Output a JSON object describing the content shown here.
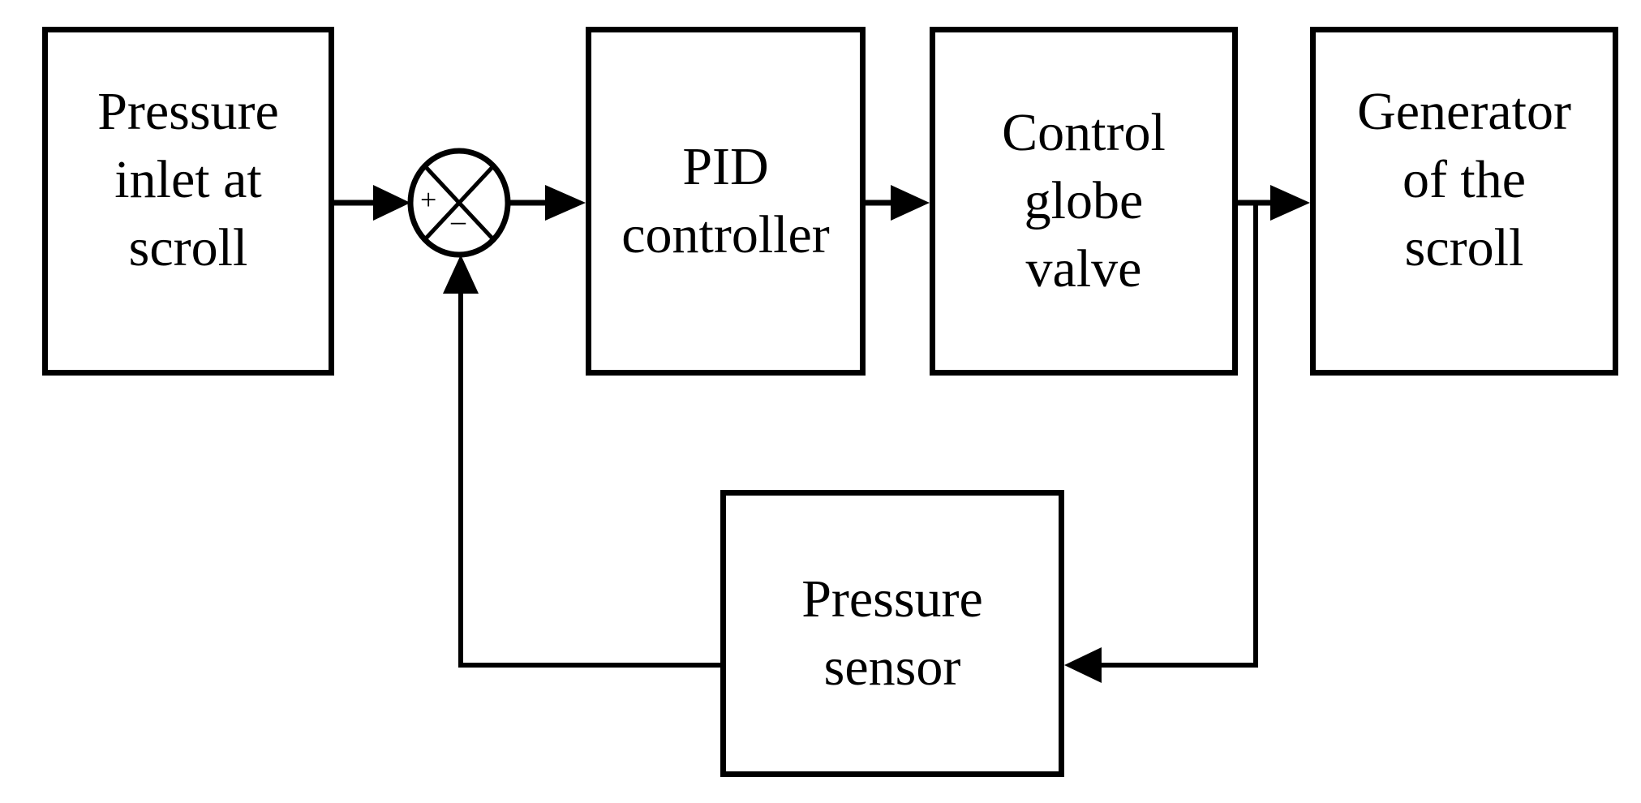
{
  "blocks": {
    "inlet": {
      "label": "Pressure\ninlet at\nscroll"
    },
    "pid": {
      "label": "PID\ncontroller"
    },
    "valve": {
      "label": "Control\nglobe\nvalve"
    },
    "generator": {
      "label": "Generator\nof the\nscroll"
    },
    "sensor": {
      "label": "Pressure\nsensor"
    }
  },
  "summing_junction": {
    "plus": "+",
    "minus": "–"
  }
}
